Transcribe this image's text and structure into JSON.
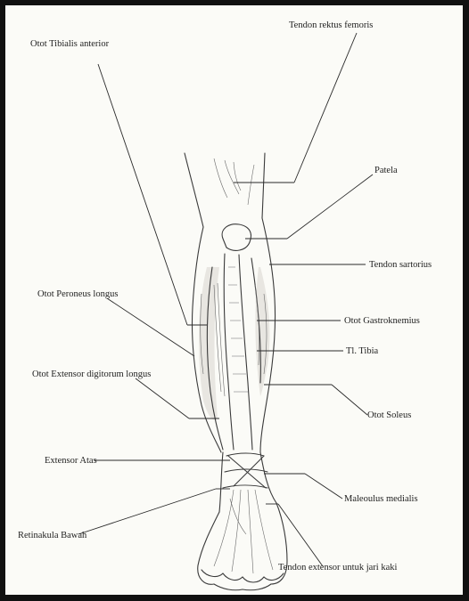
{
  "labels": {
    "tibialis_anterior": "Otot Tibialis anterior",
    "tendon_rektus": "Tendon rektus femoris",
    "patela": "Patela",
    "tendon_sartorius": "Tendon sartorius",
    "peroneus_longus": "Otot Peroneus longus",
    "gastroknemius": "Otot Gastroknemius",
    "tibia": "Tl. Tibia",
    "extensor_digitorum": "Otot Extensor digitorum longus",
    "soleus": "Otot Soleus",
    "extensor_atas": "Extensor Atas",
    "maleolus": "Maleoulus medialis",
    "retinakula_bawah": "Retinakula Bawah",
    "tendon_extensor": "Tendon extensor untuk jari kaki"
  }
}
